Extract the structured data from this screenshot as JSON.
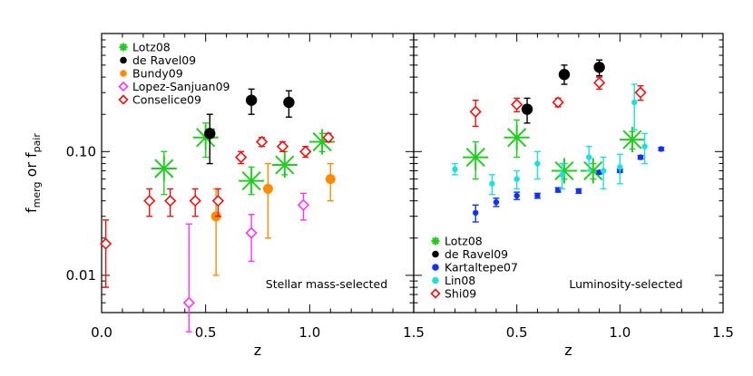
{
  "chart_data": [
    {
      "type": "scatter",
      "panel": "left",
      "annotation": "Stellar mass-selected",
      "xlabel": "z",
      "ylabel": "f_merg or f_pair",
      "xlim": [
        0,
        1.5
      ],
      "ylim": [
        0.005,
        0.9
      ],
      "yscale": "log",
      "xticks": [
        "0.0",
        "0.5",
        "1.0",
        "1.5"
      ],
      "yticks": [
        "0.01",
        "0.10"
      ],
      "legend_position": "top-left",
      "series": [
        {
          "name": "Lotz08",
          "color": "#22cc22",
          "marker": "asterisk",
          "points": [
            {
              "x": 0.3,
              "y": 0.073,
              "lo": 0.045,
              "hi": 0.1
            },
            {
              "x": 0.5,
              "y": 0.13,
              "lo": 0.09,
              "hi": 0.17
            },
            {
              "x": 0.72,
              "y": 0.058,
              "lo": 0.045,
              "hi": 0.075
            },
            {
              "x": 0.88,
              "y": 0.078,
              "lo": 0.065,
              "hi": 0.1
            },
            {
              "x": 1.06,
              "y": 0.12,
              "lo": 0.1,
              "hi": 0.14
            }
          ]
        },
        {
          "name": "de Ravel09",
          "color": "#000000",
          "marker": "circle",
          "points": [
            {
              "x": 0.52,
              "y": 0.14,
              "lo": 0.08,
              "hi": 0.2
            },
            {
              "x": 0.72,
              "y": 0.26,
              "lo": 0.2,
              "hi": 0.32
            },
            {
              "x": 0.9,
              "y": 0.25,
              "lo": 0.19,
              "hi": 0.31
            }
          ]
        },
        {
          "name": "Bundy09",
          "color": "#ff8c00",
          "marker": "circle",
          "points": [
            {
              "x": 0.55,
              "y": 0.03,
              "lo": 0.01,
              "hi": 0.05
            },
            {
              "x": 0.8,
              "y": 0.05,
              "lo": 0.02,
              "hi": 0.08
            },
            {
              "x": 1.1,
              "y": 0.06,
              "lo": 0.04,
              "hi": 0.08
            }
          ]
        },
        {
          "name": "Lopez-Sanjuan09",
          "color": "#ff33ff",
          "marker": "diamond",
          "points": [
            {
              "x": 0.42,
              "y": 0.006,
              "lo": 0.0035,
              "hi": 0.026
            },
            {
              "x": 0.72,
              "y": 0.022,
              "lo": 0.013,
              "hi": 0.031
            },
            {
              "x": 0.97,
              "y": 0.037,
              "lo": 0.028,
              "hi": 0.046
            }
          ]
        },
        {
          "name": "Conselice09",
          "color": "#ee1111",
          "marker": "diamond",
          "points": [
            {
              "x": 0.02,
              "y": 0.018,
              "lo": 0.008,
              "hi": 0.028
            },
            {
              "x": 0.23,
              "y": 0.04,
              "lo": 0.03,
              "hi": 0.05
            },
            {
              "x": 0.33,
              "y": 0.04,
              "lo": 0.03,
              "hi": 0.05
            },
            {
              "x": 0.45,
              "y": 0.04,
              "lo": 0.03,
              "hi": 0.05
            },
            {
              "x": 0.56,
              "y": 0.04,
              "lo": 0.03,
              "hi": 0.05
            },
            {
              "x": 0.67,
              "y": 0.09,
              "lo": 0.08,
              "hi": 0.1
            },
            {
              "x": 0.77,
              "y": 0.12,
              "lo": 0.11,
              "hi": 0.13
            },
            {
              "x": 0.87,
              "y": 0.11,
              "lo": 0.1,
              "hi": 0.12
            },
            {
              "x": 0.98,
              "y": 0.1,
              "lo": 0.09,
              "hi": 0.11
            },
            {
              "x": 1.09,
              "y": 0.13,
              "lo": 0.12,
              "hi": 0.14
            }
          ]
        }
      ]
    },
    {
      "type": "scatter",
      "panel": "right",
      "annotation": "Luminosity-selected",
      "xlabel": "z",
      "xlim": [
        0,
        1.5
      ],
      "ylim": [
        0.005,
        0.9
      ],
      "yscale": "log",
      "xticks": [
        "0.5",
        "1.0",
        "1.5"
      ],
      "legend_position": "bottom-left",
      "series": [
        {
          "name": "Lotz08",
          "color": "#22cc22",
          "marker": "asterisk",
          "points": [
            {
              "x": 0.3,
              "y": 0.09,
              "lo": 0.06,
              "hi": 0.12
            },
            {
              "x": 0.5,
              "y": 0.13,
              "lo": 0.09,
              "hi": 0.18
            },
            {
              "x": 0.73,
              "y": 0.07,
              "lo": 0.06,
              "hi": 0.08
            },
            {
              "x": 0.87,
              "y": 0.07,
              "lo": 0.06,
              "hi": 0.08
            },
            {
              "x": 1.06,
              "y": 0.125,
              "lo": 0.105,
              "hi": 0.145
            }
          ]
        },
        {
          "name": "de Ravel09",
          "color": "#000000",
          "marker": "circle",
          "points": [
            {
              "x": 0.55,
              "y": 0.22,
              "lo": 0.17,
              "hi": 0.27
            },
            {
              "x": 0.73,
              "y": 0.42,
              "lo": 0.35,
              "hi": 0.5
            },
            {
              "x": 0.9,
              "y": 0.48,
              "lo": 0.41,
              "hi": 0.55
            }
          ]
        },
        {
          "name": "Kartaltepe07",
          "color": "#1133ee",
          "marker": "circle",
          "points": [
            {
              "x": 0.3,
              "y": 0.032,
              "lo": 0.027,
              "hi": 0.037
            },
            {
              "x": 0.4,
              "y": 0.039,
              "lo": 0.036,
              "hi": 0.042
            },
            {
              "x": 0.5,
              "y": 0.044,
              "lo": 0.041,
              "hi": 0.047
            },
            {
              "x": 0.6,
              "y": 0.044,
              "lo": 0.042,
              "hi": 0.046
            },
            {
              "x": 0.7,
              "y": 0.049,
              "lo": 0.047,
              "hi": 0.051
            },
            {
              "x": 0.8,
              "y": 0.048,
              "lo": 0.046,
              "hi": 0.05
            },
            {
              "x": 0.9,
              "y": 0.068,
              "lo": 0.066,
              "hi": 0.07
            },
            {
              "x": 1.0,
              "y": 0.07,
              "lo": 0.068,
              "hi": 0.072
            },
            {
              "x": 1.1,
              "y": 0.09,
              "lo": 0.087,
              "hi": 0.093
            },
            {
              "x": 1.2,
              "y": 0.105,
              "lo": 0.102,
              "hi": 0.108
            }
          ]
        },
        {
          "name": "Lin08",
          "color": "#22dddd",
          "marker": "circle",
          "points": [
            {
              "x": 0.2,
              "y": 0.072,
              "lo": 0.065,
              "hi": 0.08
            },
            {
              "x": 0.38,
              "y": 0.055,
              "lo": 0.045,
              "hi": 0.065
            },
            {
              "x": 0.5,
              "y": 0.06,
              "lo": 0.05,
              "hi": 0.07
            },
            {
              "x": 0.6,
              "y": 0.08,
              "lo": 0.06,
              "hi": 0.1
            },
            {
              "x": 0.72,
              "y": 0.065,
              "lo": 0.05,
              "hi": 0.08
            },
            {
              "x": 0.85,
              "y": 0.09,
              "lo": 0.07,
              "hi": 0.11
            },
            {
              "x": 0.92,
              "y": 0.07,
              "lo": 0.05,
              "hi": 0.09
            },
            {
              "x": 1.0,
              "y": 0.075,
              "lo": 0.055,
              "hi": 0.095
            },
            {
              "x": 1.07,
              "y": 0.25,
              "lo": 0.15,
              "hi": 0.35
            },
            {
              "x": 1.12,
              "y": 0.11,
              "lo": 0.08,
              "hi": 0.14
            }
          ]
        },
        {
          "name": "Shi09",
          "color": "#ee1111",
          "marker": "diamond",
          "points": [
            {
              "x": 0.3,
              "y": 0.21,
              "lo": 0.16,
              "hi": 0.26
            },
            {
              "x": 0.5,
              "y": 0.24,
              "lo": 0.21,
              "hi": 0.27
            },
            {
              "x": 0.7,
              "y": 0.25,
              "lo": 0.23,
              "hi": 0.27
            },
            {
              "x": 0.9,
              "y": 0.36,
              "lo": 0.32,
              "hi": 0.4
            },
            {
              "x": 1.1,
              "y": 0.3,
              "lo": 0.26,
              "hi": 0.34
            }
          ]
        }
      ]
    }
  ]
}
